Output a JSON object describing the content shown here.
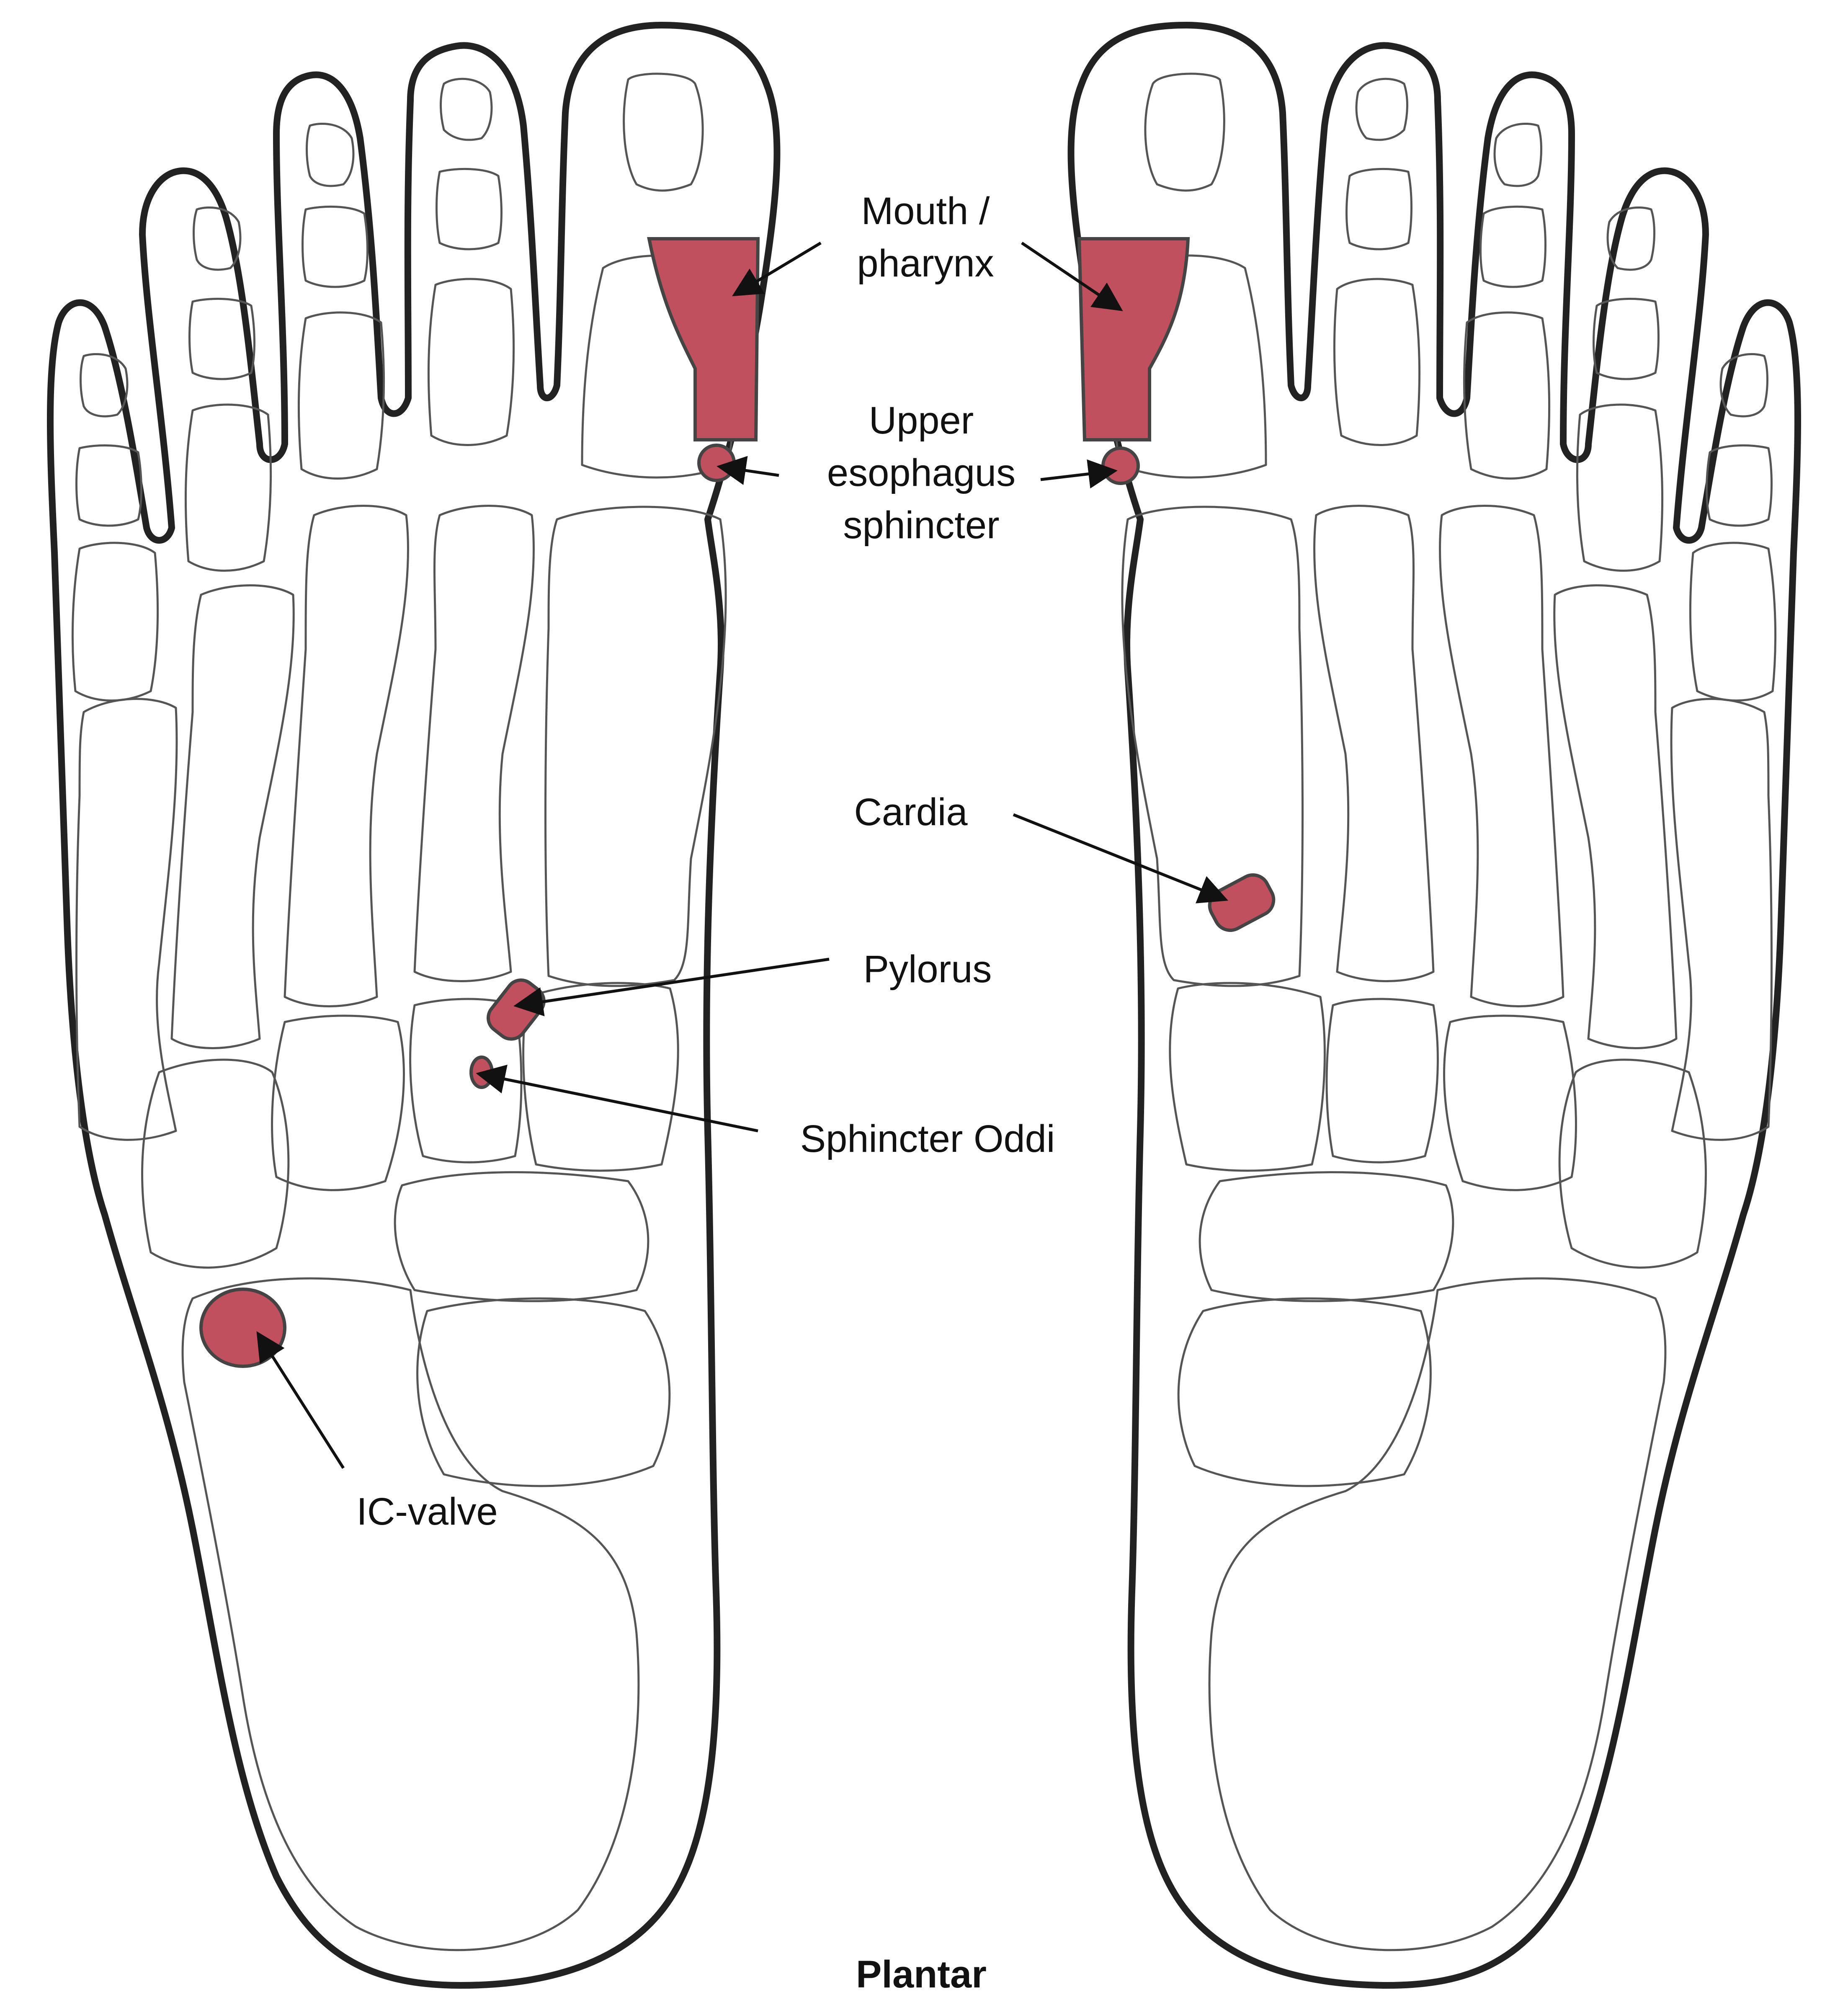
{
  "colors": {
    "zone_fill": "#c0505e",
    "outline": "#222222",
    "bone_lines": "#555555",
    "background": "#ffffff"
  },
  "labels": {
    "mouth_pharynx_line1": "Mouth /",
    "mouth_pharynx_line2": "pharynx",
    "upper_esophagus_line1": "Upper",
    "upper_esophagus_line2": "esophagus",
    "upper_esophagus_line3": "sphincter",
    "cardia": "Cardia",
    "pylorus": "Pylorus",
    "sphincter_oddi": "Sphincter Oddi",
    "ic_valve": "IC-valve",
    "view_caption": "Plantar"
  }
}
